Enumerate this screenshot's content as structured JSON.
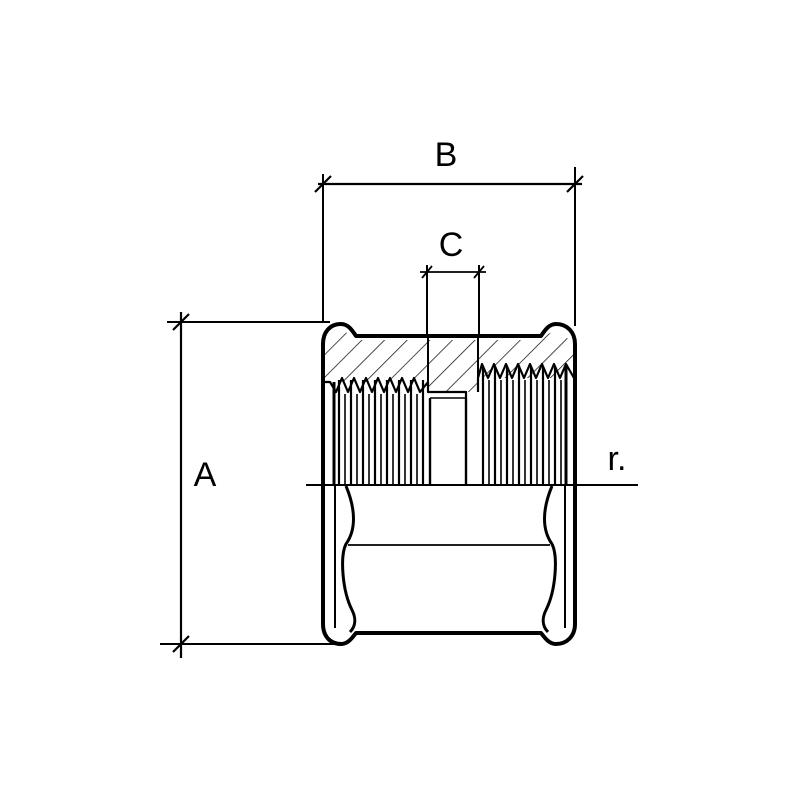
{
  "diagram": {
    "subject": "pipe-coupling-socket",
    "labels": {
      "a": "A",
      "b": "B",
      "c": "C",
      "r": "r."
    },
    "colors": {
      "ink": "#000000",
      "paper": "#ffffff"
    }
  }
}
